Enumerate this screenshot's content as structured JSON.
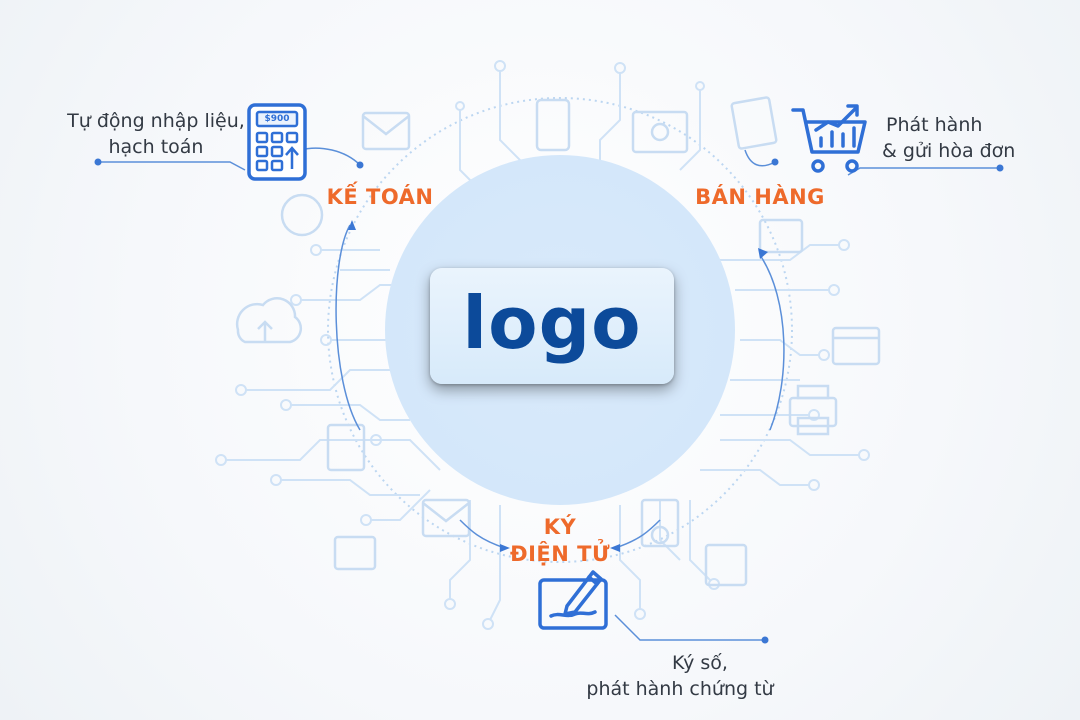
{
  "center": {
    "logo_text": "logo"
  },
  "sections": {
    "accounting": {
      "title": "KẾ TOÁN",
      "caption_lines": [
        "Tự động nhập liệu,",
        "hạch toán"
      ]
    },
    "sales": {
      "title": "BÁN HÀNG",
      "caption_lines": [
        "Phát hành",
        "& gửi hòa đơn"
      ]
    },
    "signing": {
      "title_lines": [
        "KÝ",
        "ĐIỆN TỬ"
      ],
      "caption_lines": [
        "Ký số,",
        "phát hành chứng từ"
      ]
    }
  },
  "icons": {
    "calculator_label": "$900"
  },
  "colors": {
    "accent_orange": "#ee6a2b",
    "icon_blue": "#2f6fd6",
    "circuit_blue": "#c9dff5",
    "logo_blue": "#0c4a9a"
  }
}
